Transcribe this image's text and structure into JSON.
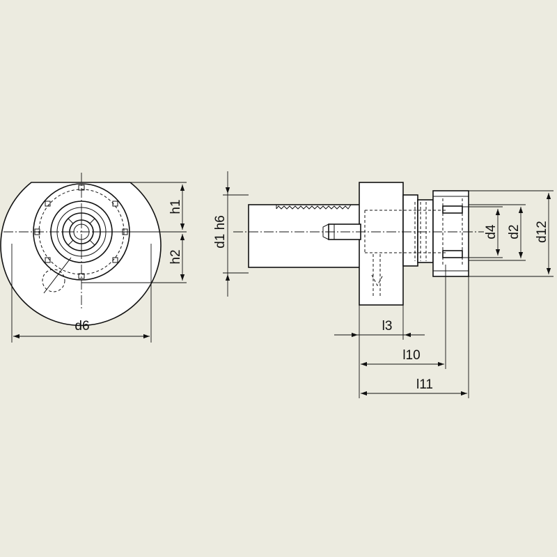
{
  "colors": {
    "background": "#ecebe0",
    "line": "#111111",
    "part_fill": "#ffffff"
  },
  "labels": {
    "d6": "d6",
    "h1": "h1",
    "h2": "h2",
    "d1h6": "d1 h6",
    "d4": "d4",
    "d2": "d2",
    "d12": "d12",
    "l3": "l3",
    "l10": "l10",
    "l11": "l11"
  }
}
